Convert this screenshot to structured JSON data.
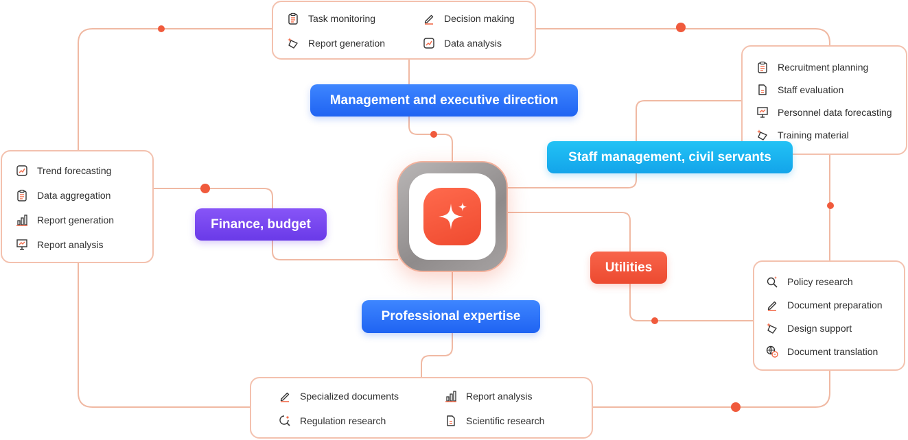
{
  "hub": {
    "icon": "sparkle-logo-icon",
    "color": "#f05a3c"
  },
  "labels": {
    "management": "Management and executive direction",
    "staff": "Staff management, civil servants",
    "finance": "Finance, budget",
    "utilities": "Utilities",
    "professional": "Professional expertise"
  },
  "cards": {
    "management": {
      "items": [
        {
          "label": "Task monitoring",
          "icon": "clipboard-list-icon"
        },
        {
          "label": "Decision making",
          "icon": "pencil-icon"
        },
        {
          "label": "Report generation",
          "icon": "sparkle-note-icon"
        },
        {
          "label": "Data analysis",
          "icon": "trend-chart-icon"
        }
      ]
    },
    "staff": {
      "items": [
        {
          "label": "Recruitment planning",
          "icon": "clipboard-list-icon"
        },
        {
          "label": "Staff evaluation",
          "icon": "document-icon"
        },
        {
          "label": "Personnel data forecasting",
          "icon": "presentation-chart-icon"
        },
        {
          "label": "Training material",
          "icon": "sparkle-note-icon"
        }
      ]
    },
    "finance": {
      "items": [
        {
          "label": "Trend forecasting",
          "icon": "trend-chart-icon"
        },
        {
          "label": "Data aggregation",
          "icon": "clipboard-list-icon"
        },
        {
          "label": "Report generation",
          "icon": "bar-chart-icon"
        },
        {
          "label": "Report analysis",
          "icon": "presentation-chart-icon"
        }
      ]
    },
    "utilities": {
      "items": [
        {
          "label": "Policy research",
          "icon": "search-sparkle-icon"
        },
        {
          "label": "Document preparation",
          "icon": "pencil-icon"
        },
        {
          "label": "Design support",
          "icon": "sparkle-note-icon"
        },
        {
          "label": "Document translation",
          "icon": "translate-icon"
        }
      ]
    },
    "professional": {
      "items": [
        {
          "label": "Specialized documents",
          "icon": "pencil-icon"
        },
        {
          "label": "Report analysis",
          "icon": "bar-chart-icon"
        },
        {
          "label": "Regulation research",
          "icon": "search-circle-icon"
        },
        {
          "label": "Scientific research",
          "icon": "document-icon"
        }
      ]
    }
  },
  "colors": {
    "connector": "#f0b9a3",
    "dot": "#f05a3c",
    "card_border": "#f3c1ae",
    "blue": "#2a6ff6",
    "cyan": "#18b2ef",
    "purple": "#7646ef",
    "red": "#f05a3c"
  }
}
